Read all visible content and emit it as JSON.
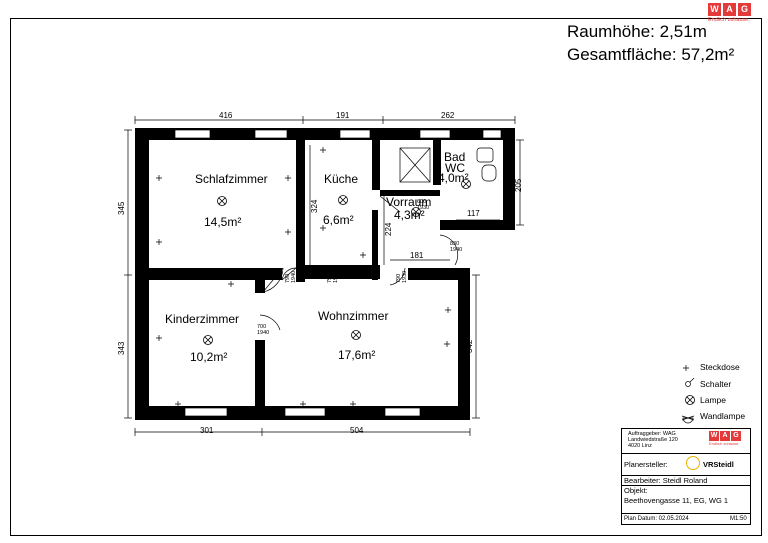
{
  "header": {
    "ceiling_height": "Raumhöhe: 2,51m",
    "total_area": "Gesamtfläche: 57,2m²"
  },
  "brand": {
    "letters": [
      "W",
      "A",
      "G"
    ],
    "slogan": "Endlich zuhause.",
    "color": "#e53a3a"
  },
  "rooms": {
    "schlafzimmer": {
      "name": "Schlafzimmer",
      "area": "14,5m²"
    },
    "kueche": {
      "name": "Küche",
      "area": "6,6m²"
    },
    "bad": {
      "name": "Bad",
      "name2": "WC",
      "area": "4,0m²"
    },
    "vorraum": {
      "name": "Vorraum",
      "area": "4,3m²"
    },
    "kinderzimmer": {
      "name": "Kinderzimmer",
      "area": "10,2m²"
    },
    "wohnzimmer": {
      "name": "Wohnzimmer",
      "area": "17,6m²"
    }
  },
  "dimensions": {
    "top_1": "416",
    "top_2": "191",
    "top_3": "262",
    "left_1": "345",
    "left_2": "343",
    "right_bad": "205",
    "right_wohn": "342",
    "bottom_1": "301",
    "bottom_2": "504",
    "kueche_inner": "324",
    "vorraum_inner": "224",
    "vorraum_w": "181",
    "bad_w": "117"
  },
  "doors": {
    "d1": [
      "790",
      "1940"
    ],
    "d2": [
      "790",
      "1940"
    ],
    "d3": [
      "790",
      "1930"
    ],
    "d4": [
      "700",
      "1940"
    ],
    "d5": [
      "600",
      "1930"
    ],
    "d6": [
      "830",
      "1940"
    ]
  },
  "legend": {
    "steckdose": "Steckdose",
    "schalter": "Schalter",
    "lampe": "Lampe",
    "wandlampe": "Wandlampe"
  },
  "titleblock": {
    "client_label": "Auftraggeber: WAG",
    "client_addr1": "Landwiedstraße 120",
    "client_addr2": "4020 Linz",
    "brand_tag": "Endlich zuhause.",
    "planner_label": "Planersteller:",
    "planner_logo": "VRSteidl",
    "editor": "Bearbeiter: Steidl Roland",
    "object_label": "Objekt:",
    "object": "Beethovengasse 11, EG, WG 1",
    "date": "Plan Datum: 02.05.2024",
    "scale": "M1:50"
  }
}
